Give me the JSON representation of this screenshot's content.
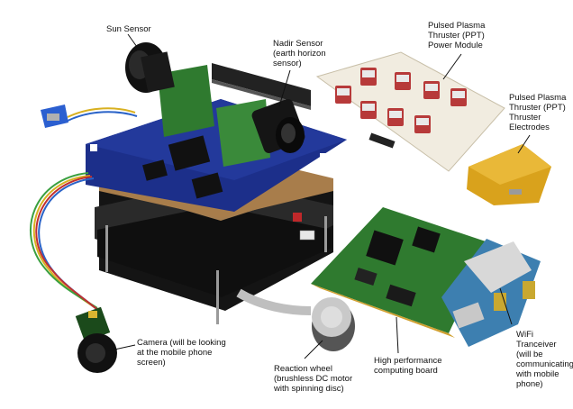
{
  "labels": {
    "sun_sensor": "Sun Sensor",
    "nadir_sensor": "Nadir Sensor\n(earth horizon\nsensor)",
    "ppt_power": "Pulsed Plasma\nThruster (PPT)\nPower Module",
    "ppt_electrodes": "Pulsed Plasma\nThruster (PPT)\nThruster\nElectrodes",
    "camera": "Camera (will be looking\nat the mobile phone\nscreen)",
    "reaction_wheel": "Reaction wheel\n(brushless DC motor\nwith spinning disc)",
    "computing_board": "High performance\ncomputing board",
    "wifi": "WiFi\nTranceiver\n(will be\ncommunicating\nwith mobile\nphone)"
  },
  "colors": {
    "background": "#ffffff",
    "pcb_blue": "#1c2f8a",
    "pcb_green": "#2f7a2f",
    "ppt_board": "#f1ece0",
    "electrode_block": "#d9a21c",
    "stack_black": "#1a1a1a"
  }
}
